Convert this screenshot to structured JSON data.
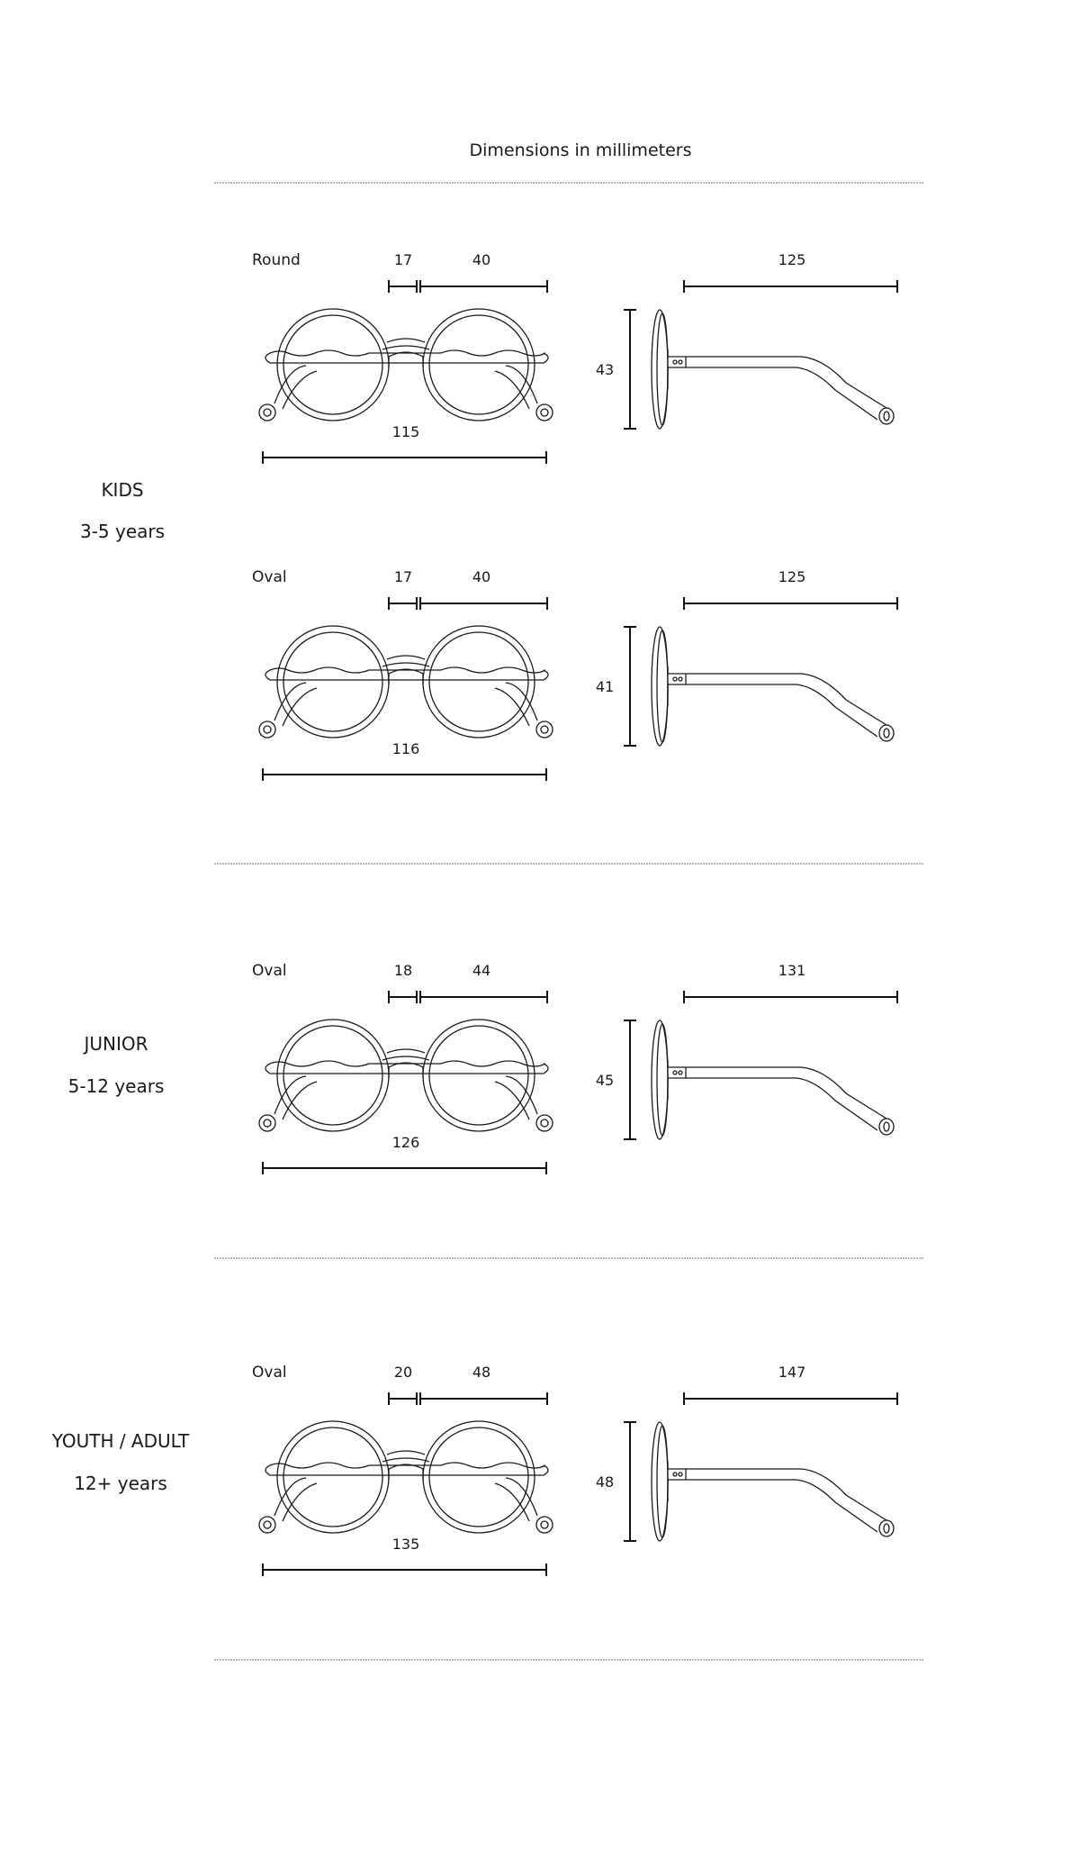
{
  "title": "Dimensions in millimeters",
  "sections": [
    {
      "name": "KIDS",
      "age": "3-5 years"
    },
    {
      "name": "JUNIOR",
      "age": "5-12 years"
    },
    {
      "name": "YOUTH / ADULT",
      "age": "12+ years"
    }
  ],
  "models": [
    {
      "shape": "Round",
      "bridge": "17",
      "lens": "40",
      "total_width": "115",
      "temple": "125",
      "height": "43"
    },
    {
      "shape": "Oval",
      "bridge": "17",
      "lens": "40",
      "total_width": "116",
      "temple": "125",
      "height": "41"
    },
    {
      "shape": "Oval",
      "bridge": "18",
      "lens": "44",
      "total_width": "126",
      "temple": "131",
      "height": "45"
    },
    {
      "shape": "Oval",
      "bridge": "20",
      "lens": "48",
      "total_width": "135",
      "temple": "147",
      "height": "48"
    }
  ],
  "colors": {
    "line": "#1a1a1a",
    "divider": "#888888"
  }
}
